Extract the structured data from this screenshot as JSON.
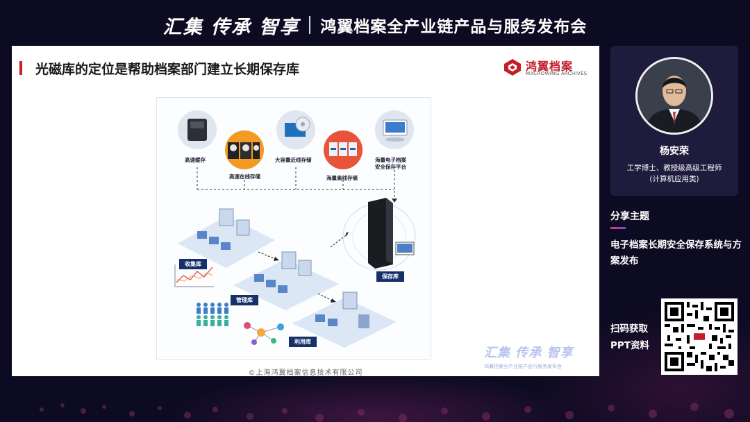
{
  "header": {
    "slogan": "汇集 传承 智享",
    "title": "鸿翼档案全产业链产品与服务发布会"
  },
  "slide": {
    "title": "光磁库的定位是帮助档案部门建立长期保存库",
    "brand": {
      "name_cn": "鸿翼档案",
      "name_en": "MACROWING ARCHIVES"
    },
    "diagram": {
      "storage_items": [
        {
          "label": "高速缓存"
        },
        {
          "label": "高速在线存储"
        },
        {
          "label": "大容量近线存储"
        },
        {
          "label": "海量离线存储"
        },
        {
          "label": "海量电子档案",
          "label2": "安全保存平台"
        }
      ],
      "tags": {
        "collect": "收集库",
        "manage": "管理库",
        "use": "利用库",
        "preserve": "保存库"
      }
    },
    "copyright": "©上海鸿翼档案信息技术有限公司",
    "watermark": {
      "slogan": "汇集 传承 智享",
      "sub": "鸿翼档案全产业链产品与服务发布会"
    }
  },
  "speaker": {
    "name": "杨安荣",
    "title_line1": "工学博士、教授级高级工程师",
    "title_line2": "(计算机应用类)"
  },
  "topic": {
    "label": "分享主题",
    "text": "电子档案长期安全保存系统与方案发布"
  },
  "scan": {
    "text": "扫码获取PPT资料"
  },
  "colors": {
    "accent_red": "#d11b23",
    "tag_navy": "#16306a",
    "background": "#0d0b22",
    "card": "#1e1b3c"
  }
}
